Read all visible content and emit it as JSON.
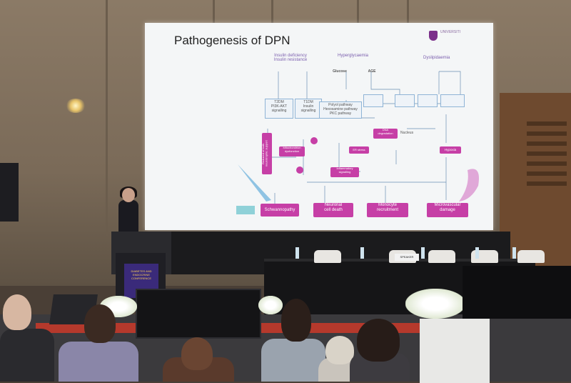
{
  "slide": {
    "title": "Pathogenesis of DPN",
    "logo_text": "UNIVERSITI",
    "headers": {
      "insulin": "Insulin deficiency\nInsulin resistance",
      "hyper": "Hyperglycaemia",
      "dys": "Dyslipidaemia"
    },
    "boxes": {
      "glucose": "Glucose",
      "age": "AGE",
      "t2dm_pi3k": "T2DM\nPI3K-AKT\nsignalling",
      "t1dm_insulin": "T1DM\nInsulin\nsignalling",
      "polyol": "Polyol pathway\nHexosamine pathway\nPKC pathway"
    },
    "pink_labels": {
      "dna": "DNA\ndegradation",
      "nucleus": "Nucleus",
      "er_stress": "ER stress",
      "mito": "Mitochondrion\ndysfunction",
      "inflam": "Inflammatory\nsignalling",
      "hypoxia": "Hypoxia",
      "schwann": "Schwannopathy",
      "neuronal": "Neuronal\ncell death",
      "monocyte": "Monocyte\nrecruitment",
      "micro": "Microvascular\ndamage",
      "side": "Reduced of both\nneurotrophic support"
    }
  },
  "stage": {
    "podium_text": "DIABETES AND\nENDOCRINE\nCONFERENCE",
    "nameplate": "SPEAKER"
  }
}
